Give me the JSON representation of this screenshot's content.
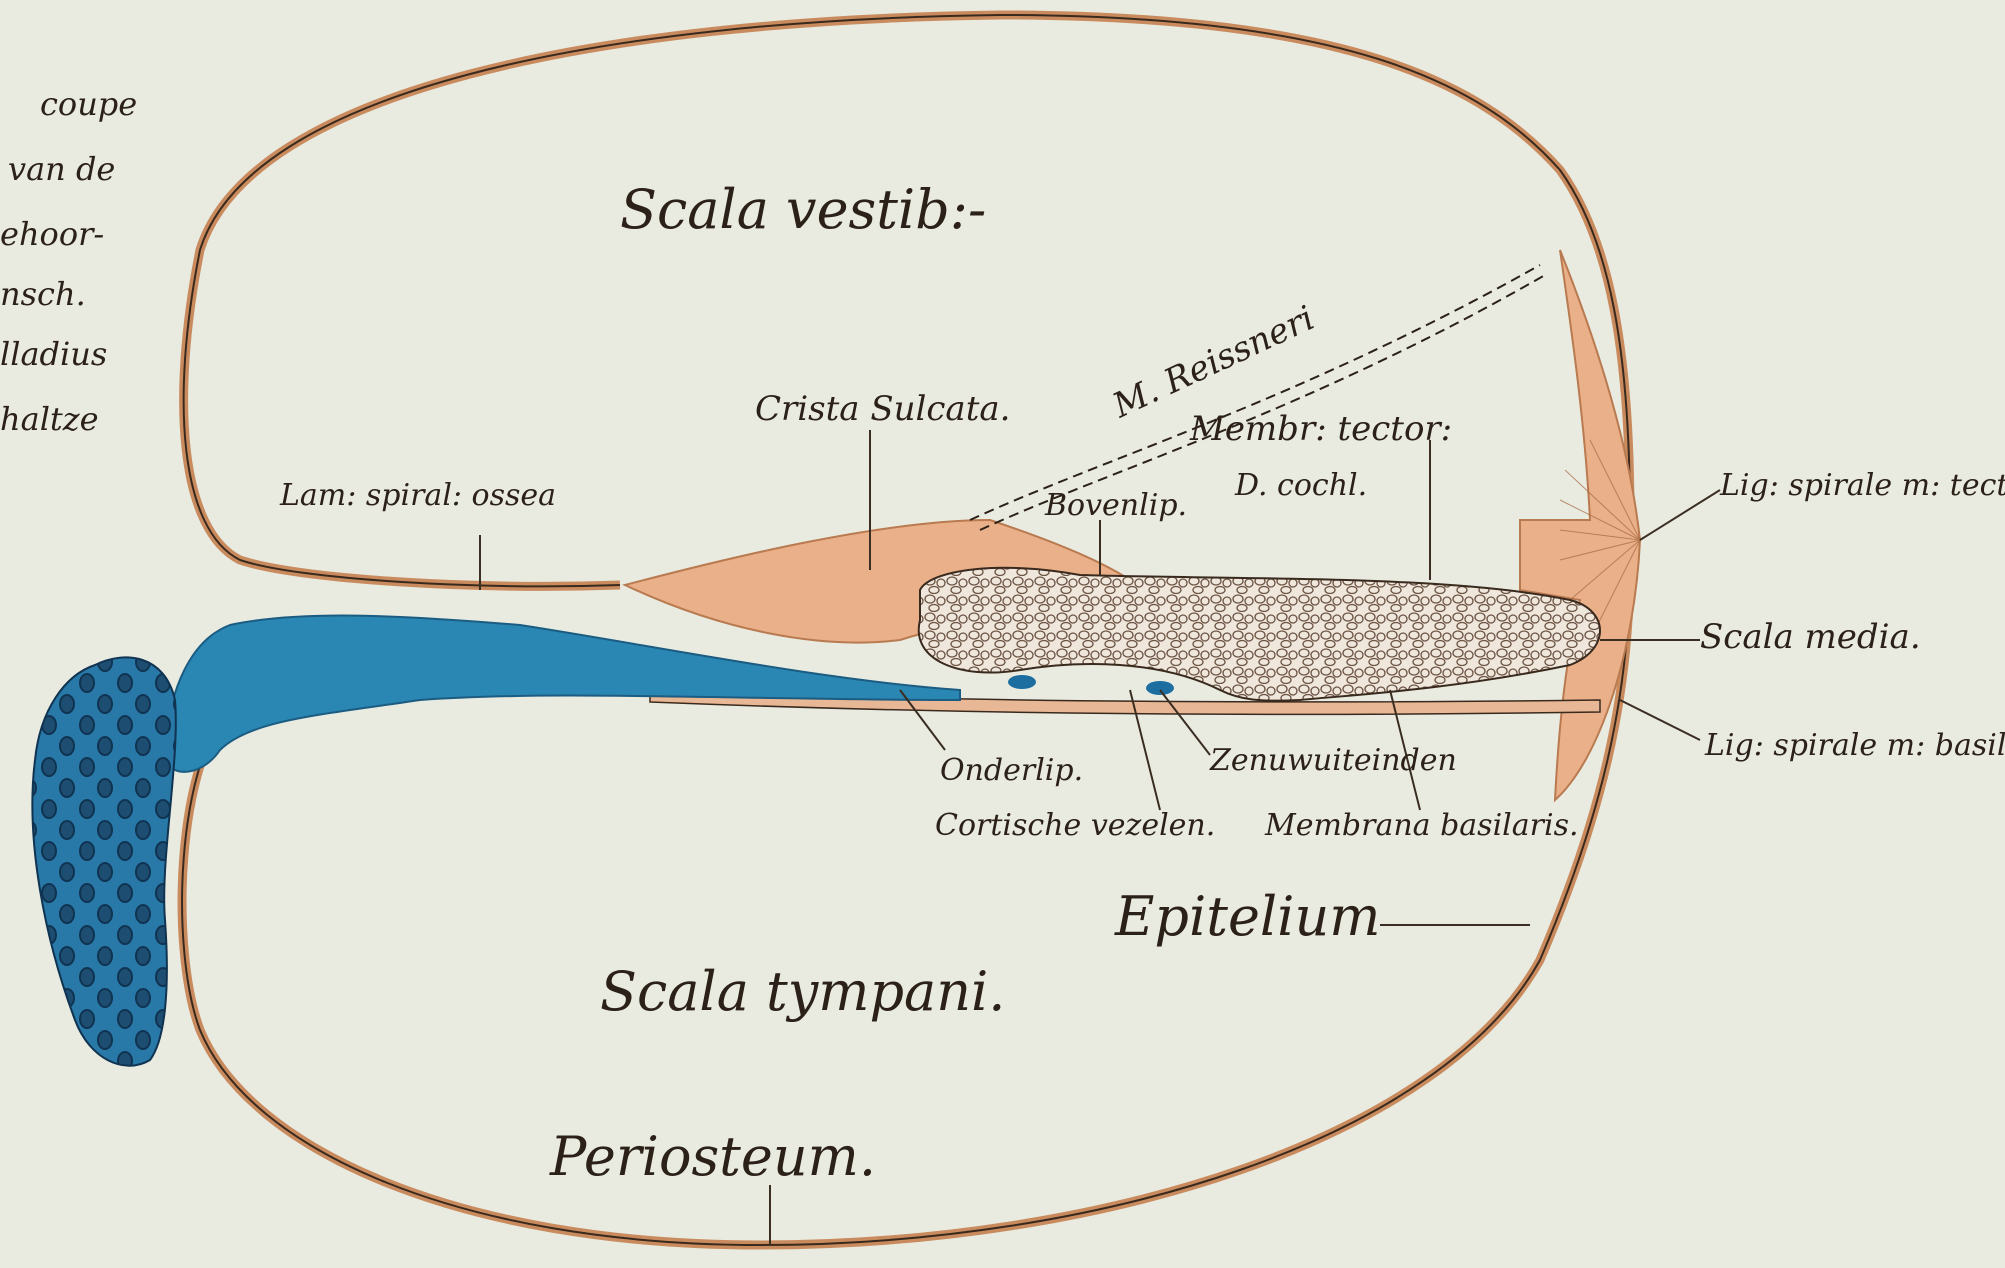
{
  "colors": {
    "paper": "#e9ebe1",
    "bone_outline": "#c98b5e",
    "tissue_fill": "#eab08a",
    "blue_stain": "#2a86b2",
    "ink": "#2b2118"
  },
  "margin_notes": [
    "coupe",
    "van de",
    "ehoor-",
    "nsch.",
    "lladius",
    "haltze"
  ],
  "labels": {
    "scala_vestibuli": "Scala vestib:-",
    "m_reissneri": "M. Reissneri",
    "crista_sulcata": "Crista Sulcata.",
    "membr_tector": "Membr: tector:",
    "lam_spiral_ossea": "Lam: spiral: ossea",
    "bovenlip": "Bovenlip.",
    "d_cochl": "D. cochl.",
    "lig_spirale_tect": "Lig: spirale m: tect:-",
    "scala_media": "Scala media.",
    "lig_spirale_basilaris": "Lig: spirale m: basilaris.",
    "onderlip": "Onderlip.",
    "zenuwuiteinden": "Zenuwuiteinden",
    "cortische_vezelen": "Cortische vezelen.",
    "membrana_basilaris": "Membrana basilaris.",
    "epitelium": "Epitelium",
    "scala_tympani": "Scala tympani.",
    "periosteum": "Periosteum."
  }
}
